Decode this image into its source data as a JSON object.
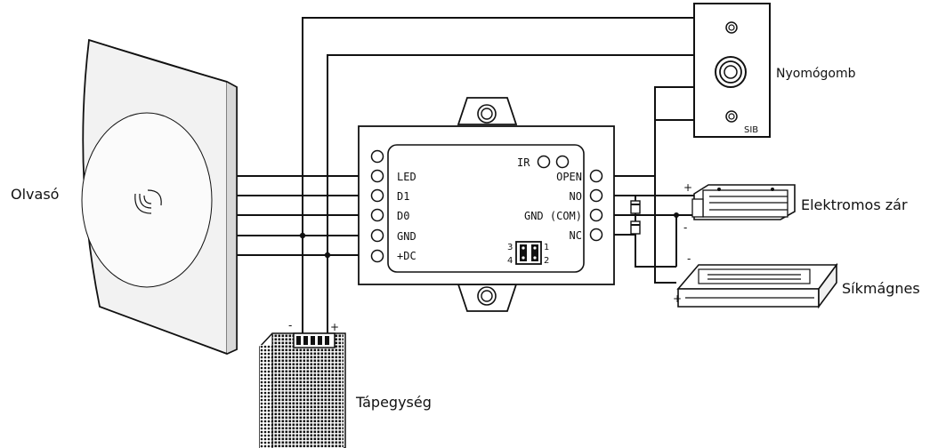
{
  "labels": {
    "reader": "Olvasó",
    "pushbutton": "Nyomógomb",
    "electric_lock": "Elektromos zár",
    "magnet": "Síkmágnes",
    "power_supply": "Tápegység"
  },
  "controller": {
    "left_pins": [
      "LED",
      "D1",
      "D0",
      "GND",
      "+DC"
    ],
    "right_pins": [
      "OPEN",
      "NO",
      "GND (COM)",
      "NC"
    ],
    "ir_label": "IR",
    "jumper_left_top": "3",
    "jumper_left_bottom": "4",
    "jumper_right_top": "1",
    "jumper_right_bottom": "2"
  },
  "pushbutton_logo": "SIB",
  "polarity": {
    "psu_minus": "-",
    "psu_plus": "+",
    "lock_plus": "+",
    "lock_minus": "-",
    "magnet_minus": "-",
    "magnet_plus": "+"
  }
}
